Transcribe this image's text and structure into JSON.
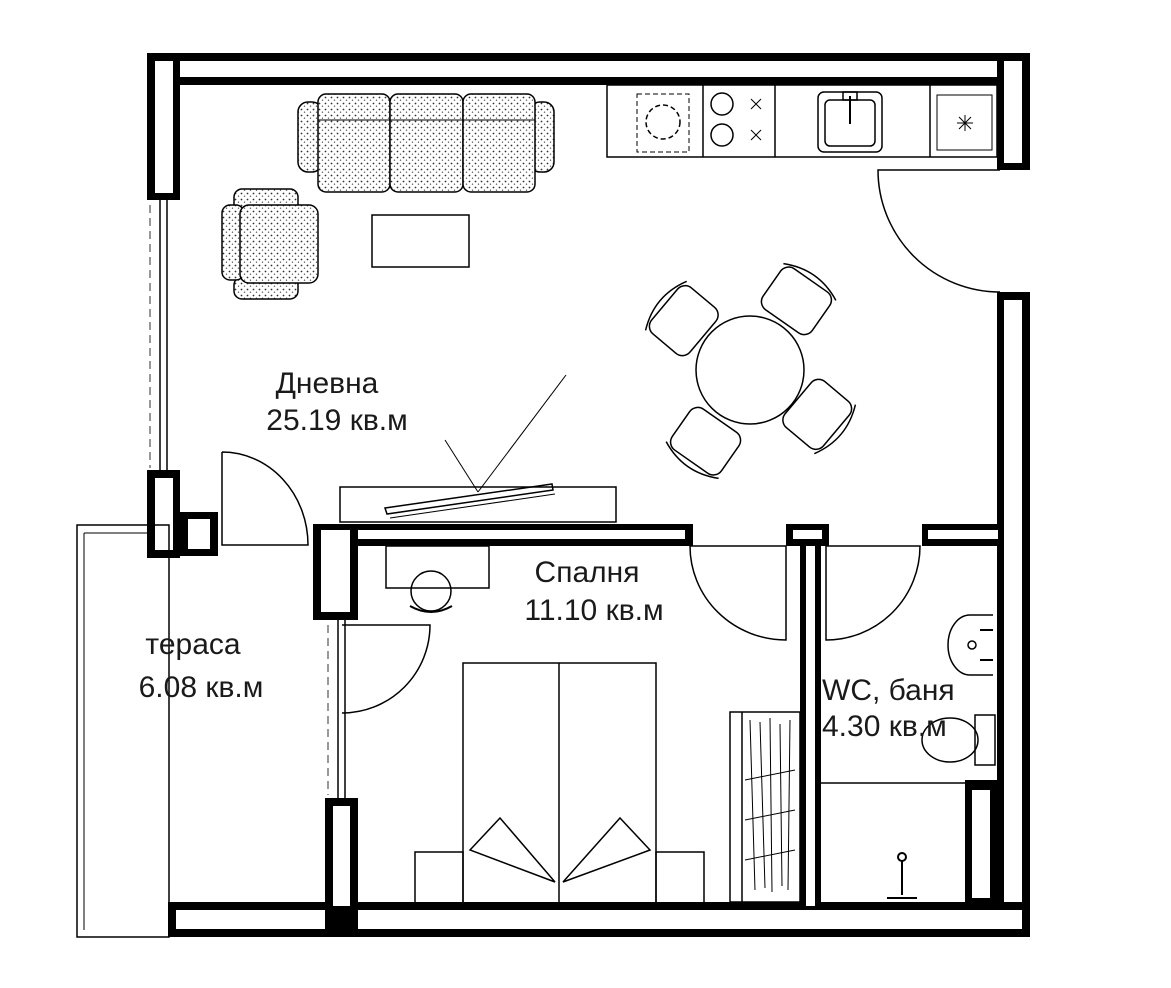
{
  "rooms": {
    "living": {
      "name": "Дневна",
      "area": "25.19 кв.м"
    },
    "bedroom": {
      "name": "Спалня",
      "area": "11.10 кв.м"
    },
    "bathroom": {
      "name": "WC, баня",
      "area": "4.30 кв.м"
    },
    "terrace": {
      "name": "тераса",
      "area": "6.08 кв.м"
    }
  },
  "colors": {
    "walls": "#000000",
    "background": "#ffffff",
    "text": "#1a1a1a"
  }
}
